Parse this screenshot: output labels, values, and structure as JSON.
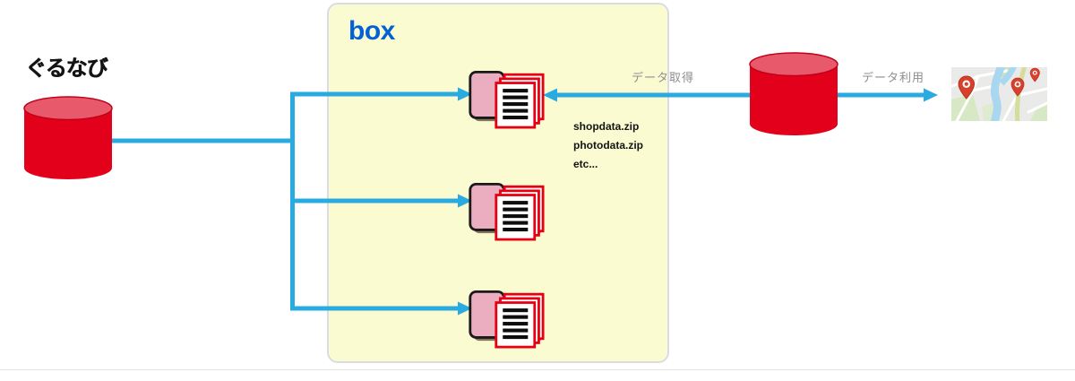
{
  "diagram": {
    "source": {
      "logo": "ぐるなび"
    },
    "box_panel": {
      "logo": "box",
      "files": [
        "shopdata.zip",
        "photodata.zip",
        "etc..."
      ]
    },
    "labels": {
      "data_fetch": "データ取得",
      "data_use": "データ利用"
    },
    "icons": {
      "source_storage": "database-icon",
      "box_storage": "folder-documents-icon",
      "external_storage": "database-icon",
      "map": "map-pins-icon"
    },
    "colors": {
      "arrow_blue": "#29ABE2",
      "panel_yellow": "#FBFBD2",
      "box_logo_blue": "#0161D5",
      "database_red": "#E2001A",
      "folder_pink": "#EBAEC0",
      "document_border_red": "#E60012",
      "label_gray": "#8E8E8E"
    }
  }
}
